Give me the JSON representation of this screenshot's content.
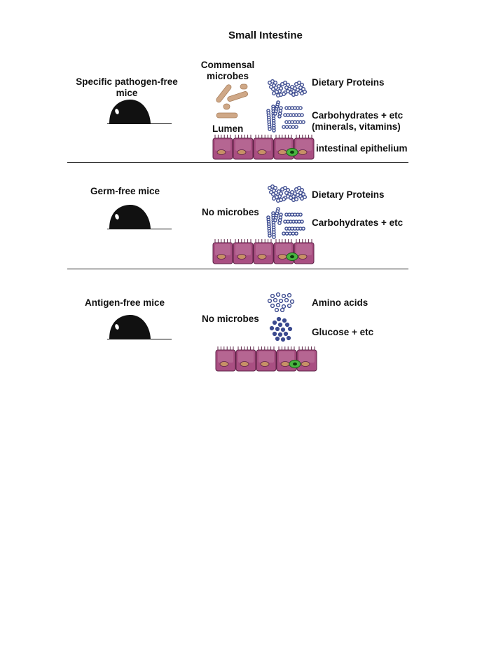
{
  "title": "Small Intestine",
  "panels": [
    {
      "mouse_label": "Specific pathogen-free mice",
      "microbe_label": "Commensal microbes",
      "lumen_label": "Lumen",
      "top_label": "Dietary Proteins",
      "bottom_label": "Carbohydrates + etc (minerals, vitamins)",
      "epithelium_label": "intestinal epithelium"
    },
    {
      "mouse_label": "Germ-free mice",
      "microbe_label": "No microbes",
      "top_label": "Dietary Proteins",
      "bottom_label": "Carbohydrates + etc"
    },
    {
      "mouse_label": "Antigen-free mice",
      "microbe_label": "No microbes",
      "top_label": "Amino acids",
      "bottom_label": "Glucose + etc"
    }
  ],
  "colors": {
    "mouse": "#111111",
    "nutrient": "#3b4a8f",
    "microbe": "#c9a383",
    "cell_fill": "#a94f82",
    "cell_nucleus": "#c79066",
    "immune_cell": "#49b540"
  }
}
